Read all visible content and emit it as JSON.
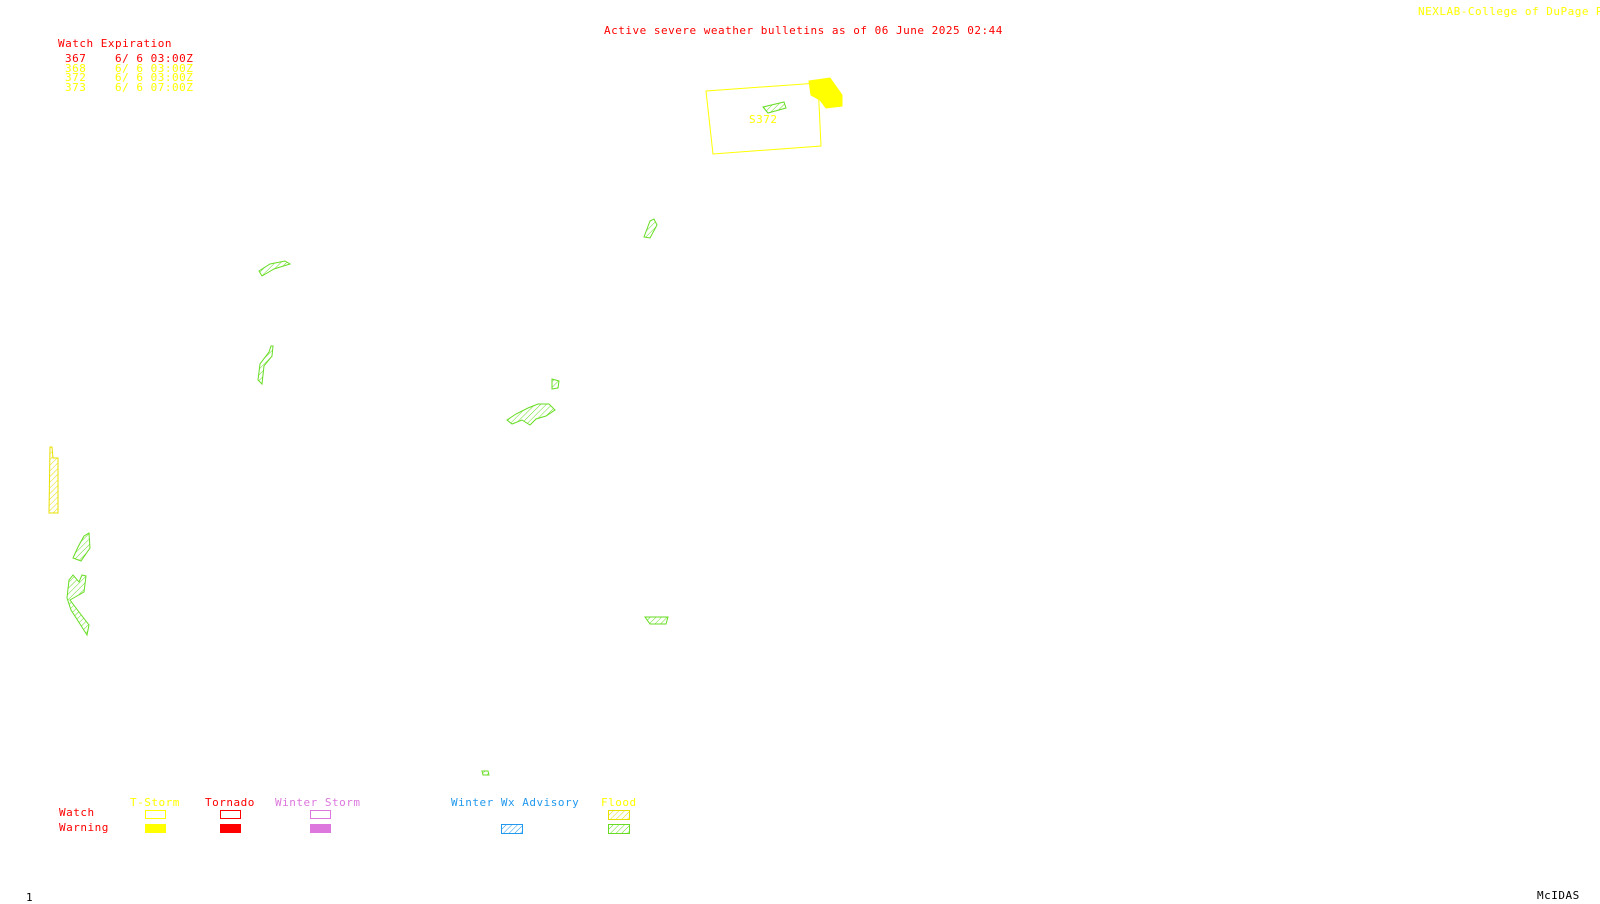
{
  "header": {
    "title": "Active severe weather bulletins as of 06 June 2025 02:44",
    "credit": "NEXLAB-College of DuPage R",
    "title_color": "#ff0000",
    "credit_color": "#ffff00"
  },
  "watch_table": {
    "heading": "Watch Expiration",
    "rows": [
      {
        "id": "367",
        "expires": "6/ 6 03:00Z",
        "color": "#ff0000"
      },
      {
        "id": "368",
        "expires": "6/ 6 03:00Z",
        "color": "#ffff00"
      },
      {
        "id": "372",
        "expires": "6/ 6 03:00Z",
        "color": "#ffff00"
      },
      {
        "id": "373",
        "expires": "6/ 6 07:00Z",
        "color": "#ffff00"
      }
    ]
  },
  "map": {
    "watch_box_label": "S372",
    "watch_box_color": "#ffff00",
    "flood_warning_color": "#66dd22"
  },
  "legend": {
    "row_watch": "Watch",
    "row_warning": "Warning",
    "categories": [
      {
        "name": "T-Storm",
        "color": "#ffff00"
      },
      {
        "name": "Tornado",
        "color": "#ff0000"
      },
      {
        "name": "Winter Storm",
        "color": "#dd77dd"
      },
      {
        "name": "Winter Wx Advisory",
        "color": "#2299ee"
      },
      {
        "name": "Flood",
        "color": "#ffff00"
      }
    ],
    "flood_warning_color": "#66dd22"
  },
  "footer": {
    "frame_number": "1",
    "software": "McIDAS"
  }
}
